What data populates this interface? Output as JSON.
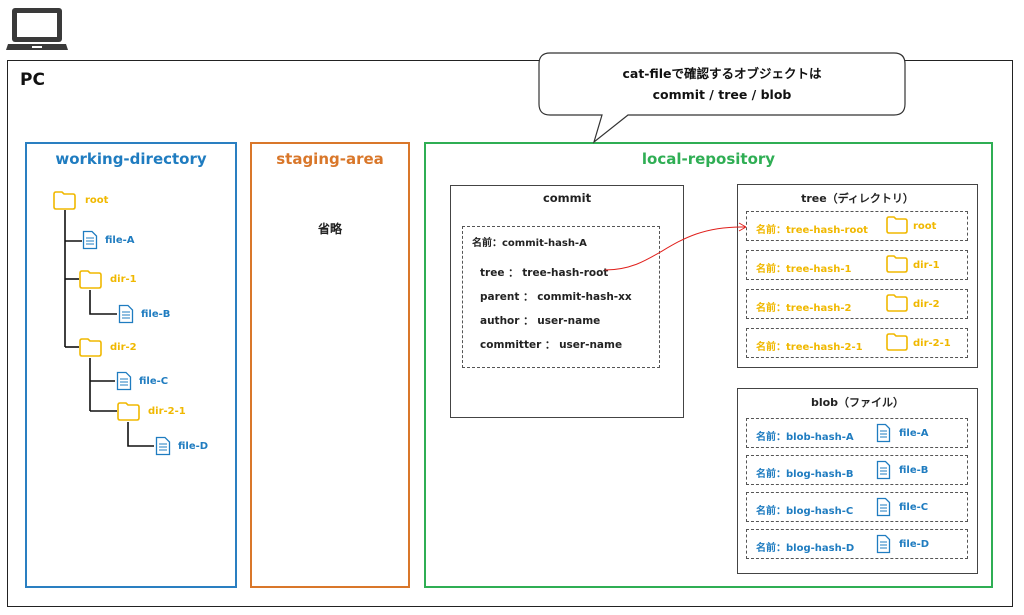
{
  "pc_label": "PC",
  "callout": {
    "line1": "cat-fileで確認するオブジェクトは",
    "line2": "commit / tree / blob"
  },
  "working_directory": {
    "title": "working-directory",
    "root": "root",
    "file_a": "file-A",
    "dir_1": "dir-1",
    "file_b": "file-B",
    "dir_2": "dir-2",
    "file_c": "file-C",
    "dir_2_1": "dir-2-1",
    "file_d": "file-D"
  },
  "staging_area": {
    "title": "staging-area",
    "note": "省略"
  },
  "local_repository": {
    "title": "local-repository",
    "commit": {
      "title": "commit",
      "name": "名前：commit-hash-A",
      "tree": "tree ： tree-hash-root",
      "parent": "parent ： commit-hash-xx",
      "author": "author ： user-name",
      "committer": "committer ： user-name"
    },
    "tree": {
      "title": "tree（ディレクトリ）",
      "rows": [
        {
          "name": "名前：tree-hash-root",
          "file": "root"
        },
        {
          "name": "名前：tree-hash-1",
          "file": "dir-1"
        },
        {
          "name": "名前：tree-hash-2",
          "file": "dir-2"
        },
        {
          "name": "名前：tree-hash-2-1",
          "file": "dir-2-1"
        }
      ]
    },
    "blob": {
      "title": "blob（ファイル）",
      "rows": [
        {
          "name": "名前：blob-hash-A",
          "file": "file-A"
        },
        {
          "name": "名前：blog-hash-B",
          "file": "file-B"
        },
        {
          "name": "名前：blog-hash-C",
          "file": "file-C"
        },
        {
          "name": "名前：blog-hash-D",
          "file": "file-D"
        }
      ]
    }
  },
  "colors": {
    "working_directory": "#2a7fc1",
    "staging_area": "#d9772a",
    "local_repository": "#2fae54",
    "folder": "#f0b800",
    "file": "#1f7cc0",
    "highlight": "#e0201c"
  },
  "icons": [
    "laptop-icon",
    "folder-icon",
    "file-icon"
  ]
}
